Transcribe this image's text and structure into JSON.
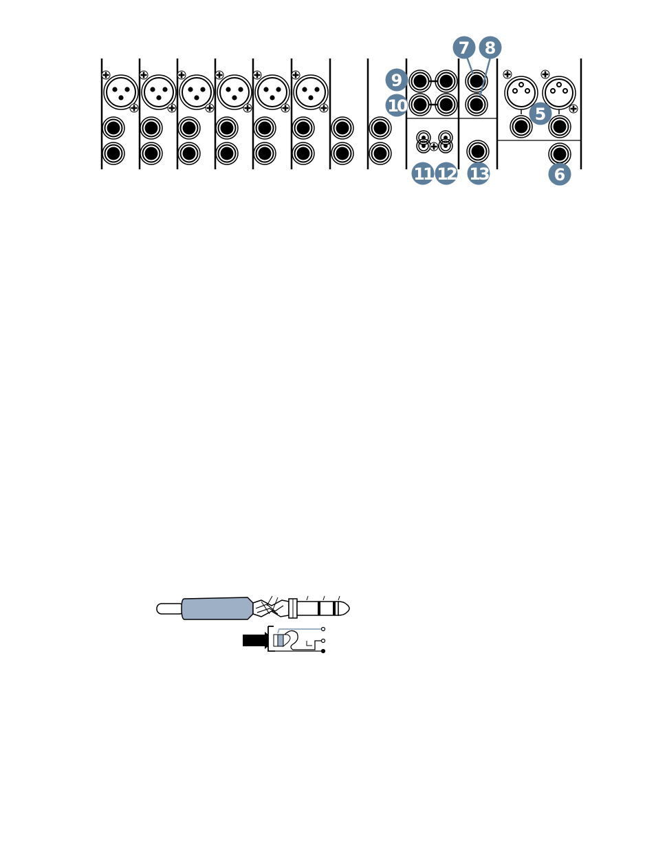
{
  "panel": {
    "callouts": [
      {
        "id": "callout-7",
        "label": "7"
      },
      {
        "id": "callout-8",
        "label": "8"
      },
      {
        "id": "callout-9",
        "label": "9"
      },
      {
        "id": "callout-10",
        "label": "10"
      },
      {
        "id": "callout-5",
        "label": "5"
      },
      {
        "id": "callout-11",
        "label": "11"
      },
      {
        "id": "callout-12",
        "label": "12"
      },
      {
        "id": "callout-13",
        "label": "13"
      },
      {
        "id": "callout-6",
        "label": "6"
      }
    ],
    "mic_channel_count": 6,
    "stereo_line_channel_count": 2
  },
  "colors": {
    "callout_fill": "#5e7f9c",
    "plug_sleeve": "#9db0c6",
    "line": "#000000"
  }
}
